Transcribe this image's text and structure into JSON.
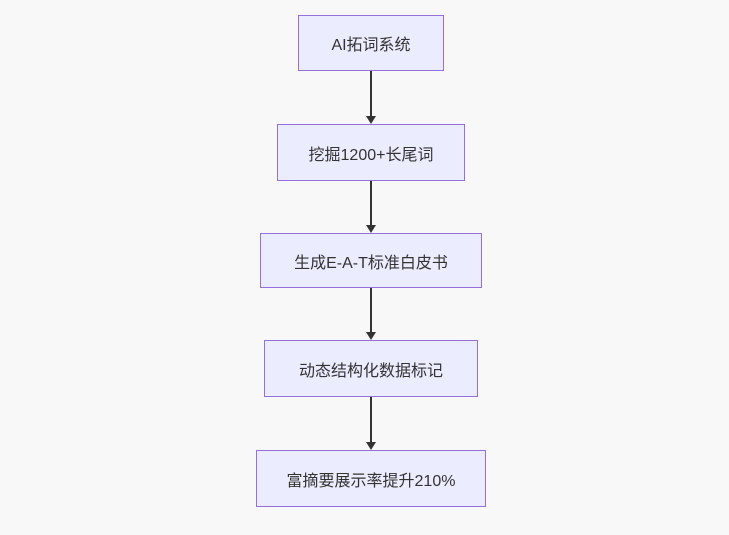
{
  "diagram": {
    "type": "flowchart",
    "direction": "top-down",
    "nodes": [
      {
        "id": "A",
        "label": "AI拓词系统"
      },
      {
        "id": "B",
        "label": "挖掘1200+长尾词"
      },
      {
        "id": "C",
        "label": "生成E-A-T标准白皮书"
      },
      {
        "id": "D",
        "label": "动态结构化数据标记"
      },
      {
        "id": "E",
        "label": "富摘要展示率提升210%"
      }
    ],
    "edges": [
      {
        "from": "A",
        "to": "B"
      },
      {
        "from": "B",
        "to": "C"
      },
      {
        "from": "C",
        "to": "D"
      },
      {
        "from": "D",
        "to": "E"
      }
    ],
    "colors": {
      "background": "#f8f8f8",
      "node_fill": "#ECECFF",
      "node_border": "#9370DB",
      "node_text": "#333333",
      "arrow": "#333333"
    }
  }
}
